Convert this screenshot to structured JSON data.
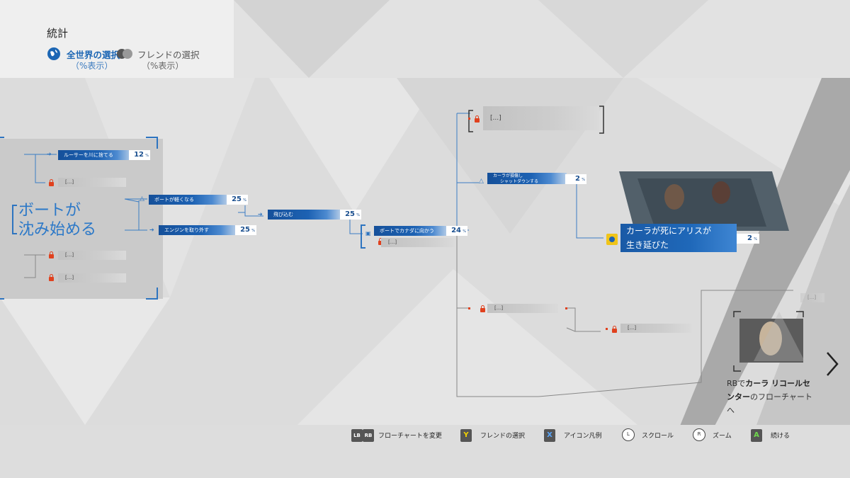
{
  "header": {
    "title": "統計",
    "world_mode": {
      "label": "全世界の選択",
      "sub": "（%表示）"
    },
    "friend_mode": {
      "label": "フレンドの選択",
      "sub": "（%表示）"
    }
  },
  "flowchart": {
    "start_title_line1": "ボートが",
    "start_title_line2": "沈み始める",
    "nodes": [
      {
        "label": "ルーサーを川に捨てる",
        "percent": "12"
      },
      {
        "label": "ボートが軽くなる",
        "percent": "25"
      },
      {
        "label": "エンジンを取り外す",
        "percent": "25"
      },
      {
        "label": "飛び込む",
        "percent": "25"
      },
      {
        "label": "ボートでカナダに向かう",
        "percent": "24"
      },
      {
        "label": "カーラが損傷し",
        "label2": "シャットダウンする",
        "percent": "2"
      }
    ],
    "locked_label": "[...]",
    "percent_unit": "%",
    "ending": {
      "line1": "カーラが死にアリスが",
      "line2": "生き延びた",
      "percent": "2"
    }
  },
  "next_chapter": {
    "prefix": "RBで",
    "bold": "カーラ リコールセンター",
    "suffix": "のフローチャートへ"
  },
  "controls": [
    {
      "key1": "LB",
      "key2": "RB",
      "label": "フローチャートを変更"
    },
    {
      "key": "Y",
      "label": "フレンドの選択",
      "color": "#c9b400"
    },
    {
      "key": "X",
      "label": "アイコン凡例",
      "color": "#2f7fd0"
    },
    {
      "key": "L",
      "label": "スクロール"
    },
    {
      "key": "R",
      "label": "ズーム"
    },
    {
      "key": "A",
      "label": "続ける",
      "color": "#3ea132"
    }
  ]
}
